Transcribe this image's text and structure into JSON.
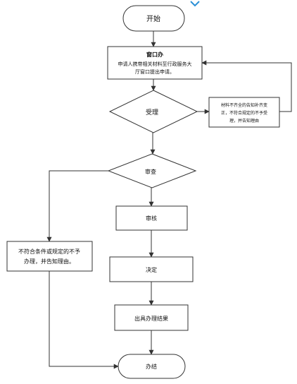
{
  "diagram": {
    "start": "开始",
    "window_title": "窗口办",
    "window_desc_line1": "申请人携带相关材料至行政服务大",
    "window_desc_line2": "厅窗口提出申请。",
    "accept": "受理",
    "incomplete_line1": "材料不齐全的告知补齐变",
    "incomplete_line2": "正，不符合规定的不予受",
    "incomplete_line3": "理，并告知理由",
    "review": "审查",
    "audit": "审核",
    "reject_line1": "不符合条件或规定的不予",
    "reject_line2": "办理，并告知理由。",
    "decision": "决定",
    "result": "出具办理结果",
    "end": "办结"
  },
  "colors": {
    "line": "#333333",
    "fill": "#ffffff",
    "accent": "#2a8fd6"
  }
}
